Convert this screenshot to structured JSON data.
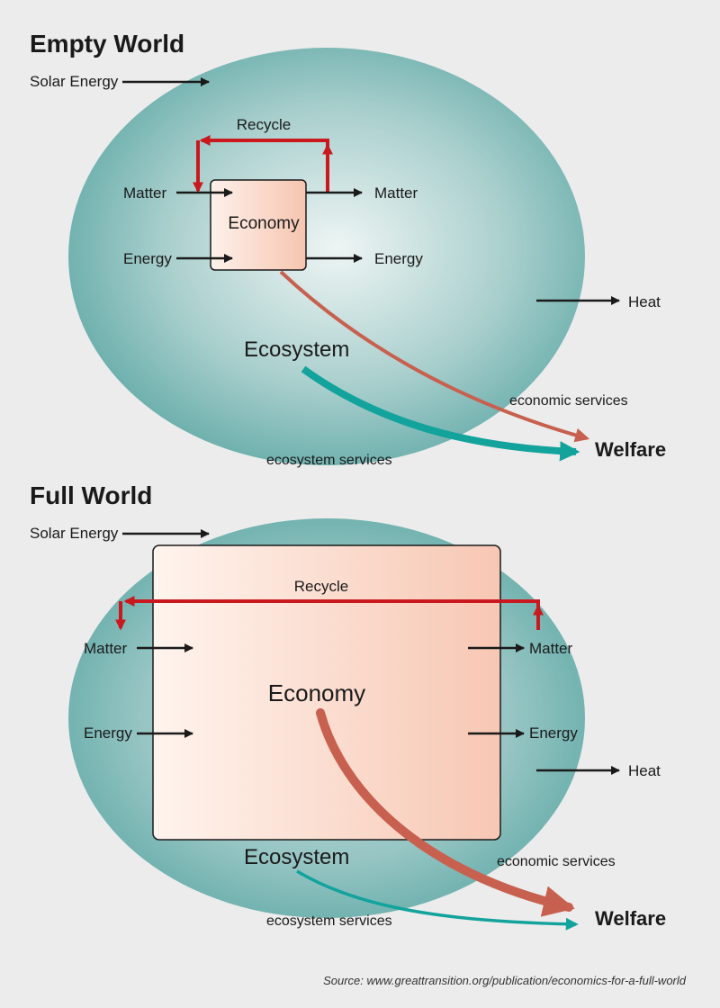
{
  "empty_world": {
    "title": "Empty World",
    "solar": "Solar Energy",
    "recycle": "Recycle",
    "matter_in": "Matter",
    "matter_out": "Matter",
    "energy_in": "Energy",
    "energy_out": "Energy",
    "economy": "Economy",
    "heat": "Heat",
    "ecosystem": "Ecosystem",
    "economic_services": "economic services",
    "ecosystem_services": "ecosystem services",
    "welfare": "Welfare"
  },
  "full_world": {
    "title": "Full World",
    "solar": "Solar Energy",
    "recycle": "Recycle",
    "matter_in": "Matter",
    "matter_out": "Matter",
    "energy_in": "Energy",
    "energy_out": "Energy",
    "economy": "Economy",
    "heat": "Heat",
    "ecosystem": "Ecosystem",
    "economic_services": "economic services",
    "ecosystem_services": "ecosystem services",
    "welfare": "Welfare"
  },
  "source": "Source: www.greattransition.org/publication/economics-for-a-full-world",
  "colors": {
    "background": "#ececec",
    "ecosystem_teal": "#5aa9a6",
    "economy_box": "#f6c9b4",
    "recycle_red": "#c9191e",
    "economic_flow": "#c8604f",
    "ecosystem_flow": "#12a39c",
    "arrow_black": "#1a1a1a"
  }
}
